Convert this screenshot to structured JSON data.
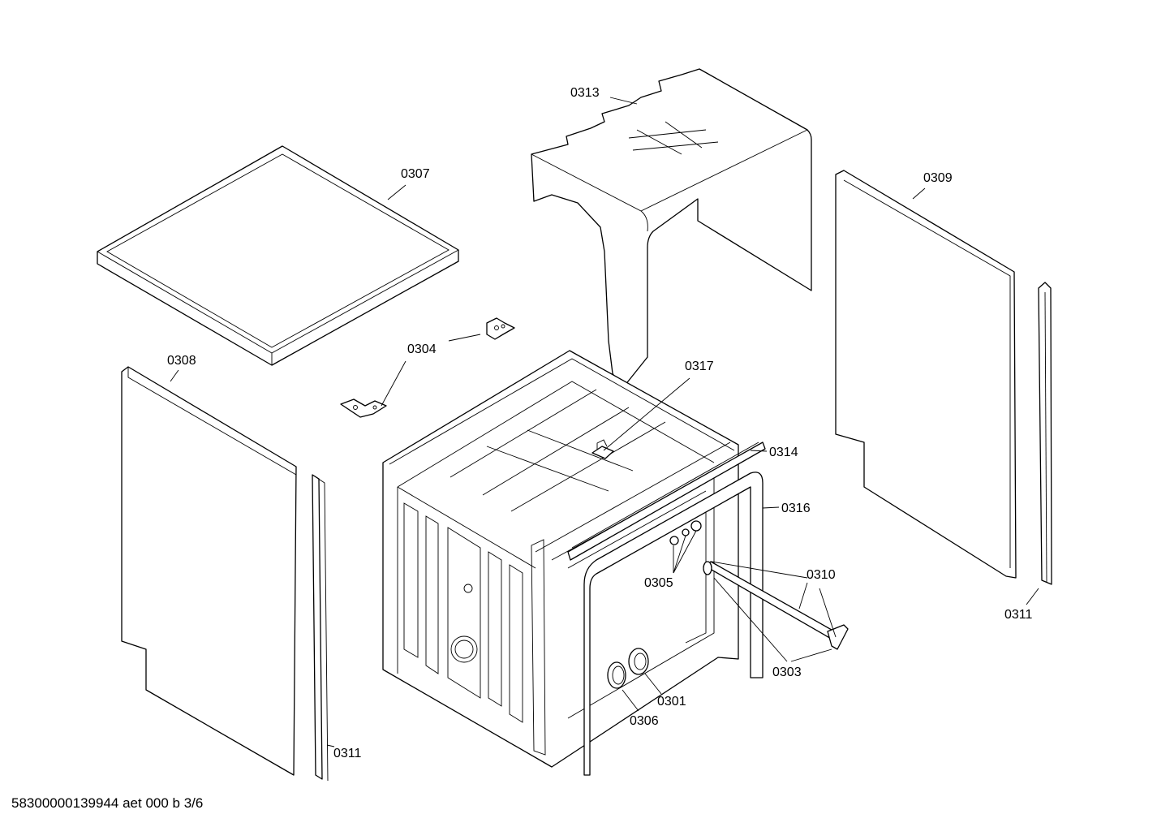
{
  "labels": {
    "p0313": "0313",
    "p0307": "0307",
    "p0309": "0309",
    "p0308": "0308",
    "p0304": "0304",
    "p0317": "0317",
    "p0314": "0314",
    "p0316": "0316",
    "p0310": "0310",
    "p0305": "0305",
    "p0303": "0303",
    "p0301": "0301",
    "p0306": "0306",
    "p0311_right": "0311",
    "p0311_left": "0311"
  },
  "footer": "58300000139944 aet 000 b 3/6"
}
